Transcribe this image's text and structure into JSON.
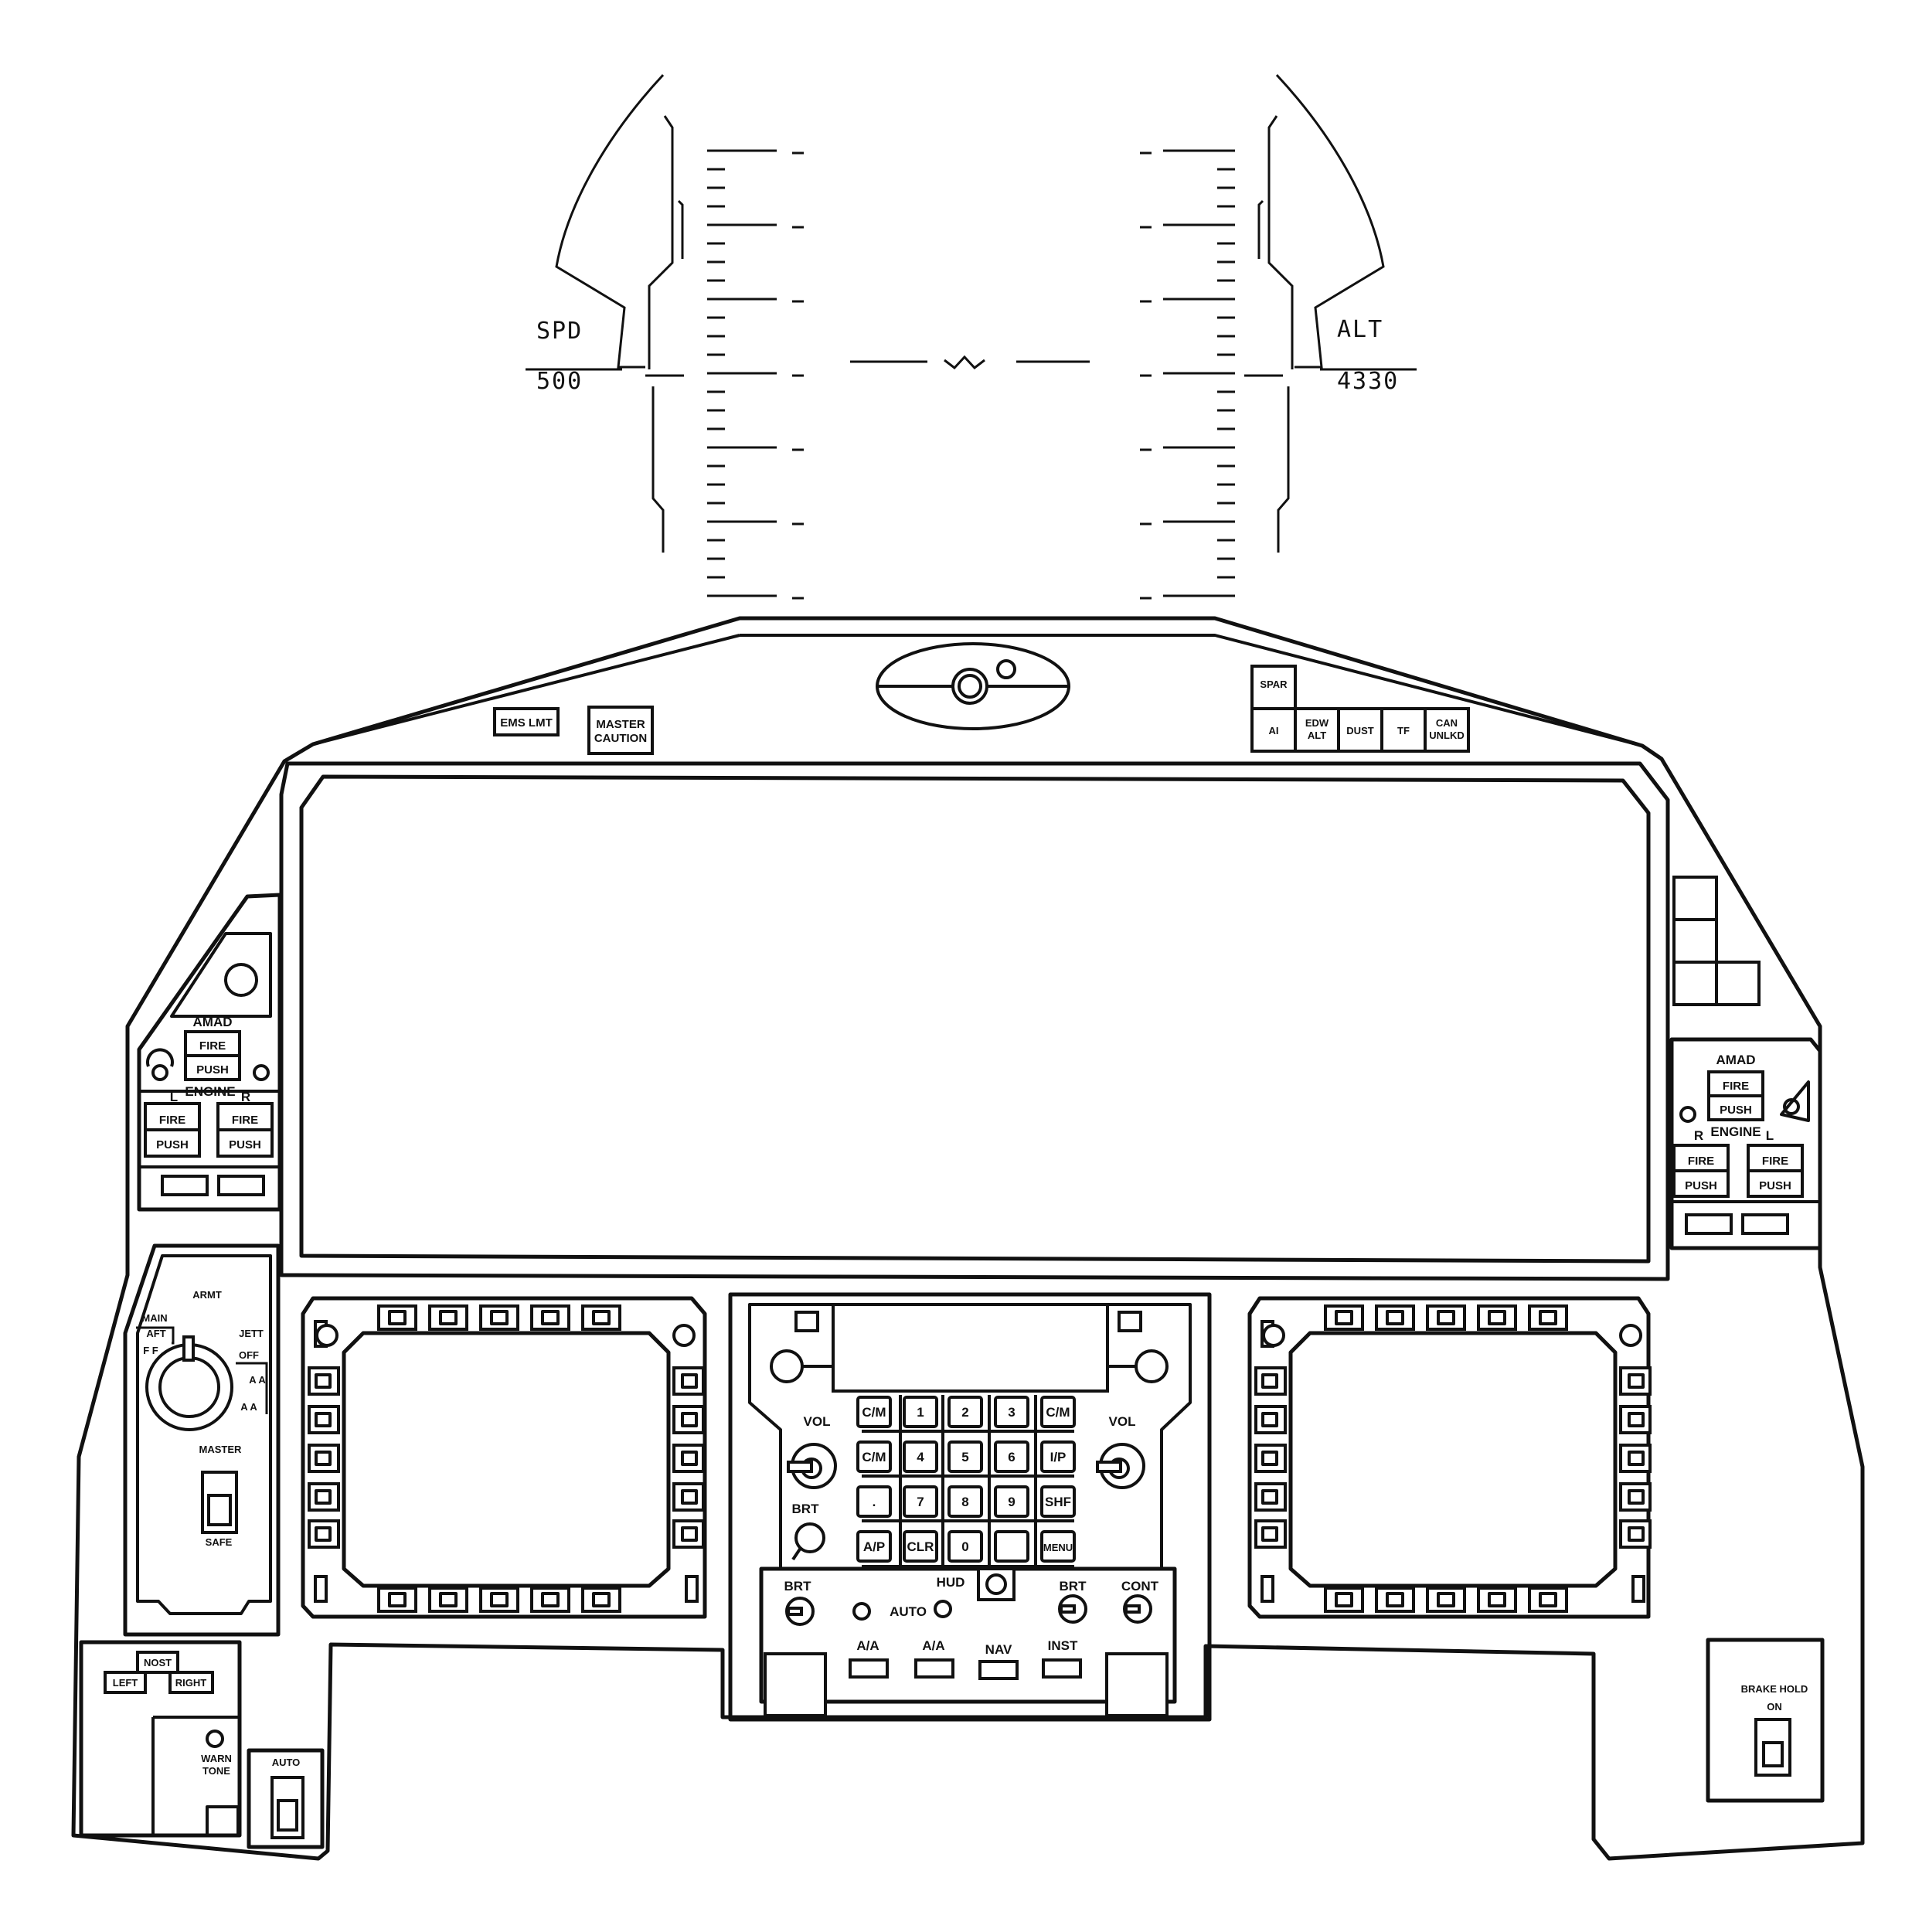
{
  "hud": {
    "speed_label": "SPD",
    "speed_value": "500",
    "altitude_label": "ALT",
    "altitude_value": "4330"
  },
  "glareshield": {
    "ems_lmt": "EMS LMT",
    "master_caution_1": "MASTER",
    "master_caution_2": "CAUTION",
    "annunciators": [
      "SPAR",
      "AI",
      "EDW",
      "ALT",
      "DUST",
      "TF",
      "CAN",
      "UNLKD"
    ]
  },
  "fire_left": {
    "amad": "AMAD",
    "fire": "FIRE",
    "push": "PUSH",
    "engine": "ENGINE",
    "l": "L",
    "r": "R"
  },
  "fire_right": {
    "amad": "AMAD",
    "fire": "FIRE",
    "push": "PUSH",
    "engine": "ENGINE",
    "r": "R",
    "l": "L"
  },
  "armament": {
    "armt": "ARMT",
    "main": "MAIN",
    "aft": "AFT",
    "ff": "F F",
    "jett": "JETT",
    "off": "OFF",
    "aa1": "A A",
    "aa2": "A A",
    "master": "MASTER",
    "safe": "SAFE"
  },
  "lower_left": {
    "nost": "NOST",
    "left": "LEFT",
    "right": "RIGHT",
    "warn": "WARN",
    "tone": "TONE",
    "auto": "AUTO"
  },
  "ufc": {
    "vol_left": "VOL",
    "vol_right": "VOL",
    "brt_knob": "BRT",
    "keys": [
      "C/M",
      "1",
      "2",
      "3",
      "C/M",
      "C/M",
      "4",
      "5",
      "6",
      "I/P",
      ".",
      "7",
      "8",
      "9",
      "SHF",
      "A/P",
      "CLR",
      "0",
      "",
      "MENU"
    ]
  },
  "hud_panel": {
    "hud": "HUD",
    "brt_left": "BRT",
    "auto": "AUTO",
    "brt_right": "BRT",
    "cont": "CONT",
    "modes": [
      "A/A",
      "A/A",
      "NAV",
      "INST"
    ]
  },
  "brake": {
    "brake_hold": "BRAKE HOLD",
    "on": "ON"
  }
}
